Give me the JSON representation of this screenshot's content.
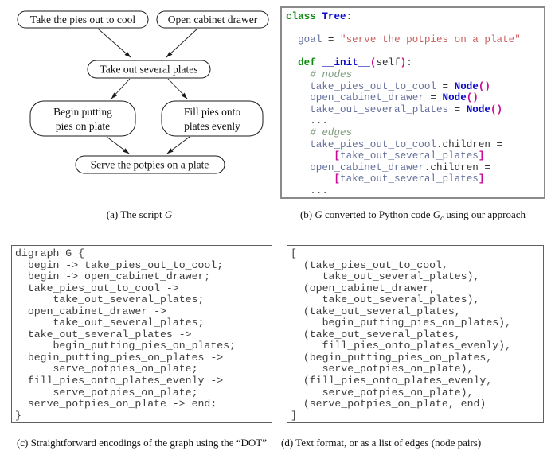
{
  "panel_a": {
    "caption_prefix": "(a) The script ",
    "caption_g": "G",
    "nodes": [
      {
        "line1": "Take the pies out to cool"
      },
      {
        "line1": "Open cabinet drawer"
      },
      {
        "line1": "Take out several plates"
      },
      {
        "line1": "Begin putting",
        "line2": "pies on plate"
      },
      {
        "line1": "Fill pies onto",
        "line2": "plates evenly"
      },
      {
        "line1": "Serve the potpies on a plate"
      }
    ]
  },
  "panel_b": {
    "caption_p1": "(b) ",
    "caption_g1": "G",
    "caption_p2": " converted to Python code ",
    "caption_g2": "G",
    "caption_sub": "c",
    "caption_p3": " using our approach",
    "lines": [
      [
        [
          "class",
          "kw"
        ],
        [
          " ",
          "pl"
        ],
        [
          "Tree",
          "cls"
        ],
        [
          ":",
          "pl"
        ]
      ],
      [],
      [
        [
          "  ",
          "pl"
        ],
        [
          "goal",
          "var"
        ],
        [
          " = ",
          "pl"
        ],
        [
          "\"serve the potpies on a plate\"",
          "str"
        ]
      ],
      [],
      [
        [
          "  ",
          "pl"
        ],
        [
          "def",
          "kw"
        ],
        [
          " ",
          "pl"
        ],
        [
          "__init__",
          "cls"
        ],
        [
          "(",
          "br"
        ],
        [
          "self",
          "pl"
        ],
        [
          ")",
          "br"
        ],
        [
          ":",
          "pl"
        ]
      ],
      [
        [
          "    ",
          "pl"
        ],
        [
          "# nodes",
          "cm"
        ]
      ],
      [
        [
          "    ",
          "pl"
        ],
        [
          "take_pies_out_to_cool",
          "var"
        ],
        [
          " = ",
          "pl"
        ],
        [
          "Node",
          "cls"
        ],
        [
          "()",
          "br"
        ]
      ],
      [
        [
          "    ",
          "pl"
        ],
        [
          "open_cabinet_drawer",
          "var"
        ],
        [
          " = ",
          "pl"
        ],
        [
          "Node",
          "cls"
        ],
        [
          "()",
          "br"
        ]
      ],
      [
        [
          "    ",
          "pl"
        ],
        [
          "take_out_several_plates",
          "var"
        ],
        [
          " = ",
          "pl"
        ],
        [
          "Node",
          "cls"
        ],
        [
          "()",
          "br"
        ]
      ],
      [
        [
          "    ...",
          "pl"
        ]
      ],
      [
        [
          "    ",
          "pl"
        ],
        [
          "# edges",
          "cm"
        ]
      ],
      [
        [
          "    ",
          "pl"
        ],
        [
          "take_pies_out_to_cool",
          "var"
        ],
        [
          ".children =",
          "pl"
        ]
      ],
      [
        [
          "        ",
          "pl"
        ],
        [
          "[",
          "br"
        ],
        [
          "take_out_several_plates",
          "var"
        ],
        [
          "]",
          "br"
        ]
      ],
      [
        [
          "    ",
          "pl"
        ],
        [
          "open_cabinet_drawer",
          "var"
        ],
        [
          ".children =",
          "pl"
        ]
      ],
      [
        [
          "        ",
          "pl"
        ],
        [
          "[",
          "br"
        ],
        [
          "take_out_several_plates",
          "var"
        ],
        [
          "]",
          "br"
        ]
      ],
      [
        [
          "    ...",
          "pl"
        ]
      ]
    ]
  },
  "panel_c": {
    "caption": "(c) Straightforward encodings of the graph using the “DOT”",
    "code": "digraph G {\n  begin -> take_pies_out_to_cool;\n  begin -> open_cabinet_drawer;\n  take_pies_out_to_cool ->\n      take_out_several_plates;\n  open_cabinet_drawer ->\n      take_out_several_plates;\n  take_out_several_plates ->\n      begin_putting_pies_on_plates;\n  begin_putting_pies_on_plates ->\n      serve_potpies_on_plate;\n  fill_pies_onto_plates_evenly ->\n      serve_potpies_on_plate;\n  serve_potpies_on_plate -> end;\n}"
  },
  "panel_d": {
    "caption": "(d) Text format, or as a list of edges (node pairs)",
    "code": "[\n  (take_pies_out_to_cool,\n     take_out_several_plates),\n  (open_cabinet_drawer,\n     take_out_several_plates),\n  (take_out_several_plates,\n     begin_putting_pies_on_plates),\n  (take_out_several_plates,\n     fill_pies_onto_plates_evenly),\n  (begin_putting_pies_on_plates,\n     serve_potpies_on_plate),\n  (fill_pies_onto_plates_evenly,\n     serve_potpies_on_plate),\n  (serve_potpies_on_plate, end)\n]"
  }
}
